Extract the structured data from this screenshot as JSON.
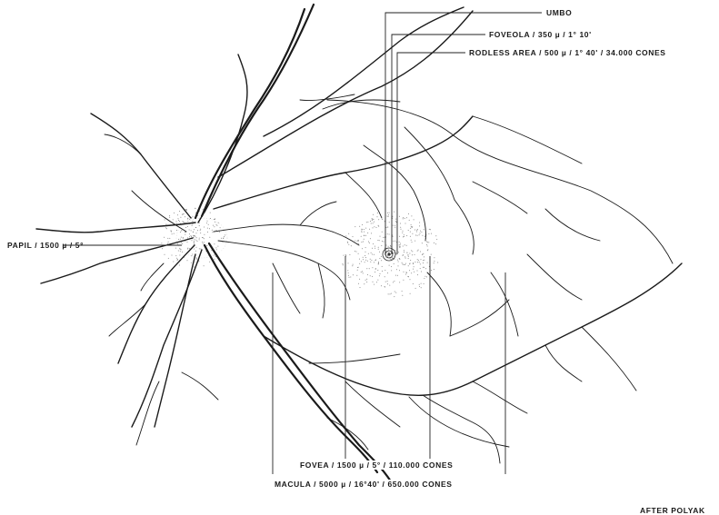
{
  "labels": {
    "umbo": "UMBO",
    "foveola": "FOVEOLA / 350 µ / 1° 10'",
    "rodless_area": "RODLESS AREA / 500 µ / 1° 40' / 34.000 CONES",
    "papil": "PAPIL / 1500 µ / 5°",
    "fovea": "FOVEA / 1500 µ / 5° / 110.000 CONES",
    "macula": "MACULA / 5000 µ / 16°40' / 650.000 CONES",
    "credit": "AFTER POLYAK"
  }
}
